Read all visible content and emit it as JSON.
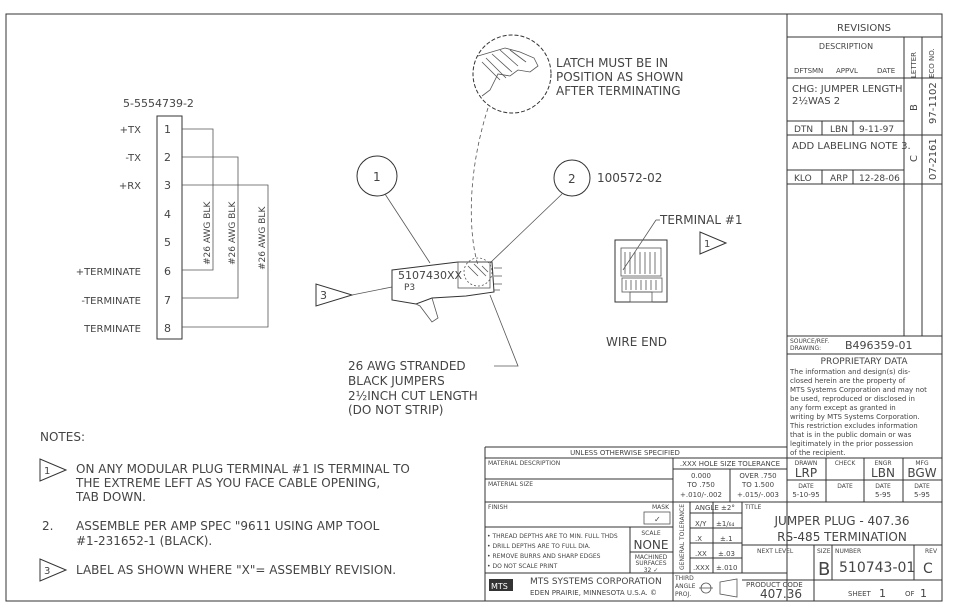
{
  "part_label": "5-5554739-2",
  "pins": [
    {
      "num": "1",
      "signal": "+TX"
    },
    {
      "num": "2",
      "signal": "-TX"
    },
    {
      "num": "3",
      "signal": "+RX"
    },
    {
      "num": "4",
      "signal": ""
    },
    {
      "num": "5",
      "signal": ""
    },
    {
      "num": "6",
      "signal": "+TERMINATE"
    },
    {
      "num": "7",
      "signal": "-TERMINATE"
    },
    {
      "num": "8",
      "signal": "TERMINATE"
    }
  ],
  "wire_label": "#26 AWG BLK",
  "latch_note": [
    "LATCH MUST BE IN",
    "POSITION AS SHOWN",
    "AFTER TERMINATING"
  ],
  "balloon_1": "1",
  "balloon_2": "2",
  "balloon_2_text": "100572-02",
  "flag_3": "3",
  "flag_1": "1",
  "plug_label": "5107430XX",
  "plug_code": "P3",
  "terminal_label": "TERMINAL #1",
  "wire_end_label": "WIRE END",
  "jumper_note": [
    "26 AWG STRANDED",
    "BLACK JUMPERS",
    "2½INCH CUT LENGTH",
    "(DO NOT STRIP)"
  ],
  "notes": {
    "heading": "NOTES:",
    "items": [
      {
        "marker": "1",
        "lines": [
          "ON ANY MODULAR PLUG TERMINAL #1 IS TERMINAL TO",
          "THE EXTREME LEFT AS YOU FACE CABLE OPENING,",
          "TAB DOWN."
        ]
      },
      {
        "marker": "2.",
        "lines": [
          "ASSEMBLE PER AMP SPEC \"9611 USING AMP TOOL",
          "#1-231652-1 (BLACK)."
        ]
      },
      {
        "marker": "3",
        "lines": [
          "LABEL AS SHOWN WHERE \"X\"= ASSEMBLY REVISION."
        ]
      }
    ]
  },
  "revisions": {
    "title": "REVISIONS",
    "description_header": "DESCRIPTION",
    "letter_header": "LETTER",
    "eco_header": "ECO NO.",
    "sub_headers": [
      "DFTSMN",
      "APPVL",
      "DATE"
    ],
    "rows": [
      {
        "desc": [
          "CHG: JUMPER LENGTH",
          "2½WAS 2"
        ],
        "letter": "B",
        "eco": "97-1102",
        "dftsmn": "DTN",
        "appvl": "LBN",
        "date": "9-11-97"
      },
      {
        "desc": [
          "ADD LABELING NOTE 3."
        ],
        "letter": "C",
        "eco": "07-2161",
        "dftsmn": "KLO",
        "appvl": "ARP",
        "date": "12-28-06"
      }
    ]
  },
  "source": {
    "label": [
      "SOURCE/REF.",
      "DRAWING:"
    ],
    "value": "B496359-01"
  },
  "proprietary": {
    "title": "PROPRIETARY DATA",
    "lines": [
      "The information and design(s) dis-",
      "closed herein are the property of",
      "MTS Systems Corporation and may not",
      "be used, reproduced or disclosed in",
      "any form except as granted in",
      "writing by MTS Systems Corporation.",
      "This restriction excludes information",
      "that is in the public domain or was",
      "legitimately in the prior possession",
      "of the recipient."
    ]
  },
  "title_block": {
    "unless_header": "UNLESS OTHERWISE SPECIFIED",
    "material_description": "MATERIAL DESCRIPTION",
    "material_size": "MATERIAL SIZE",
    "finish": "FINISH",
    "mask": "MASK",
    "mask_value": "✓",
    "hole_tol_header": ".XXX HOLE SIZE TOLERANCE",
    "hole_tol_col1": [
      "0.000",
      "TO .750",
      "+.010/-.002"
    ],
    "hole_tol_col2": [
      "OVER .750",
      "TO 1.500",
      "+.015/-.003"
    ],
    "angle_header": "ANGLE ±2°",
    "general_tol_label": "GENERAL TOLERANCE",
    "tolerances": [
      {
        "fmt": "X/Y",
        "val": "±1/₆₄"
      },
      {
        "fmt": ".X",
        "val": "±.1"
      },
      {
        "fmt": ".XX",
        "val": "±.03"
      },
      {
        "fmt": ".XXX",
        "val": "±.010"
      }
    ],
    "bullets": [
      "• THREAD DEPTHS ARE TO MIN. FULL THDS",
      "• DRILL DEPTHS ARE TO FULL DIA.",
      "• REMOVE BURRS AND SHARP EDGES",
      "• DO NOT SCALE PRINT"
    ],
    "scale_label": "SCALE",
    "scale_value": "NONE",
    "machined_label": [
      "MACHINED",
      "SURFACES"
    ],
    "machined_value": "32 ✓",
    "company_logo": "MTS",
    "company_name": "MTS SYSTEMS CORPORATION",
    "company_address": "EDEN PRAIRIE, MINNESOTA U.S.A. ©",
    "third_angle": [
      "THIRD",
      "ANGLE",
      "PROJ."
    ],
    "drawn_label": "DRAWN",
    "drawn_by": "LRP",
    "check_label": "CHECK",
    "check_by": "",
    "engr_label": "ENGR",
    "engr_by": "LBN",
    "mfg_label": "MFG",
    "mfg_by": "BGW",
    "date_label": "DATE",
    "drawn_date": "5-10-95",
    "check_date": "",
    "engr_date": "5-95",
    "mfg_date": "5-95",
    "title_label": "TITLE",
    "title_lines": [
      "JUMPER PLUG - 407.36",
      "RS-485 TERMINATION"
    ],
    "next_level_label": "NEXT LEVEL",
    "size_label": "SIZE",
    "size_value": "B",
    "number_label": "NUMBER",
    "number_value": "510743-01",
    "rev_label": "REV",
    "rev_value": "C",
    "product_code_label": "PRODUCT CODE",
    "product_code_value": "407.36",
    "sheet_label": "SHEET",
    "sheet_value": "1",
    "of_label": "OF",
    "of_value": "1"
  }
}
